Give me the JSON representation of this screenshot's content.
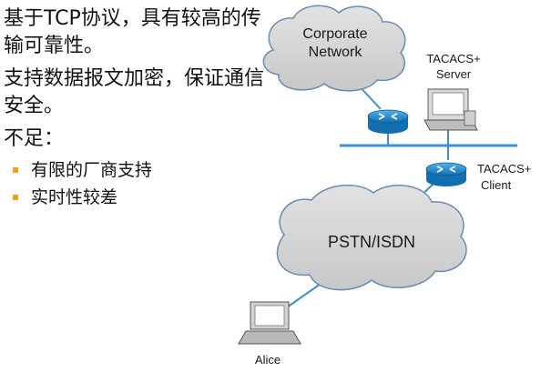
{
  "text": {
    "para1": "基于TCP协议，具有较高的传输可靠性。",
    "para2": "支持数据报文加密，保证通信安全。",
    "shortcoming_label": "不足：",
    "bullets": [
      "有限的厂商支持",
      "实时性较差"
    ]
  },
  "diagram": {
    "corporate_network": {
      "line1": "Corporate",
      "line2": "Network"
    },
    "server": {
      "line1": "TACACS+",
      "line2": "Server"
    },
    "client": {
      "line1": "TACACS+",
      "line2": "Client"
    },
    "pstn": "PSTN/ISDN",
    "alice": "Alice"
  },
  "colors": {
    "cloud_fill": "#d4d4d4",
    "cloud_stroke": "#6a8bb5",
    "link": "#3d8fd6",
    "router": "#1f8fd0",
    "bullet": "#f0a31a"
  }
}
